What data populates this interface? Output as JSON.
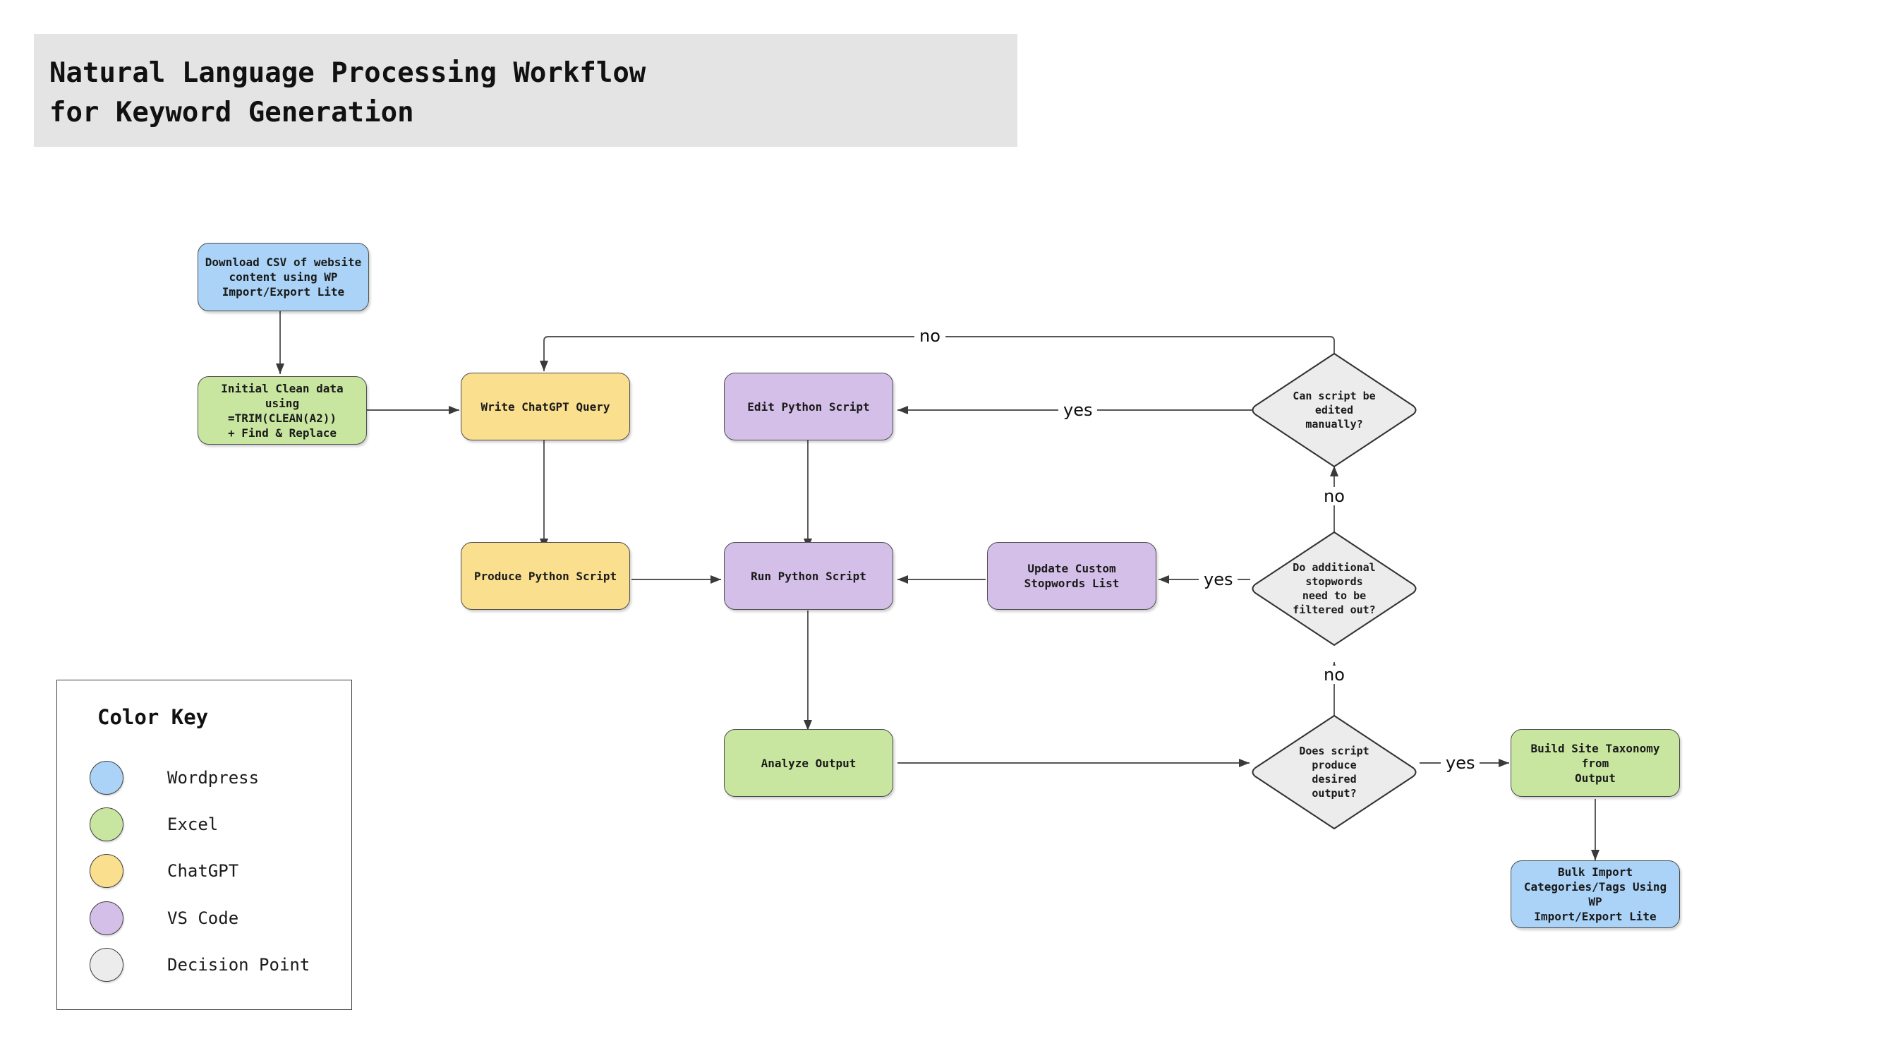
{
  "title": {
    "line1": "Natural Language Processing Workflow",
    "line2": "for Keyword Generation"
  },
  "nodes": {
    "download_csv": {
      "label": "Download CSV of website\ncontent using WP\nImport/Export Lite",
      "category": "Wordpress"
    },
    "initial_clean": {
      "label": "Initial Clean data using\n=TRIM(CLEAN(A2))\n+ Find & Replace",
      "category": "Excel"
    },
    "write_query": {
      "label": "Write ChatGPT Query",
      "category": "ChatGPT"
    },
    "produce_script": {
      "label": "Produce Python Script",
      "category": "ChatGPT"
    },
    "edit_script": {
      "label": "Edit Python Script",
      "category": "VS Code"
    },
    "run_script": {
      "label": "Run Python Script",
      "category": "VS Code"
    },
    "update_stop": {
      "label": "Update Custom\nStopwords List",
      "category": "VS Code"
    },
    "analyze_output": {
      "label": "Analyze Output",
      "category": "Excel"
    },
    "build_taxonomy": {
      "label": "Build Site Taxonomy from\nOutput",
      "category": "Excel"
    },
    "bulk_import": {
      "label": "Bulk Import\nCategories/Tags Using WP\nImport/Export Lite",
      "category": "Wordpress"
    }
  },
  "decisions": {
    "can_edit": {
      "label": "Can script be\nedited\nmanually?"
    },
    "stopwords": {
      "label": "Do additional\nstopwords\nneed to be\nfiltered out?"
    },
    "desired": {
      "label": "Does script\nproduce\ndesired\noutput?"
    }
  },
  "edge_labels": {
    "can_edit_no": "no",
    "can_edit_yes": "yes",
    "stop_no": "no",
    "stop_yes": "yes",
    "desired_no": "no",
    "desired_yes": "yes"
  },
  "legend": {
    "title": "Color Key",
    "items": [
      {
        "label": "Wordpress",
        "color": "#aad3f7"
      },
      {
        "label": "Excel",
        "color": "#c8e6a0"
      },
      {
        "label": "ChatGPT",
        "color": "#fadf8e"
      },
      {
        "label": "VS Code",
        "color": "#d4bfe8"
      },
      {
        "label": "Decision Point",
        "color": "#ececec"
      }
    ]
  },
  "colors": {
    "wordpress": "#aad3f7",
    "excel": "#c8e6a0",
    "chatgpt": "#fadf8e",
    "vscode": "#d4bfe8",
    "decision": "#ececec",
    "banner": "#e4e4e4",
    "stroke": "#4d4d4d",
    "edge": "#555555"
  }
}
